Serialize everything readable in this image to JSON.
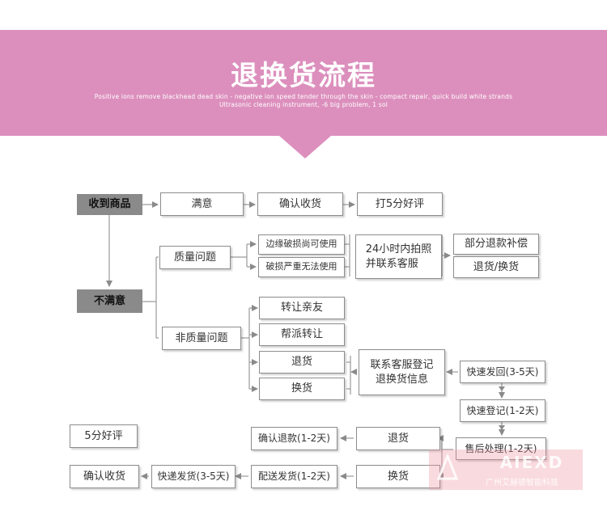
{
  "header": {
    "title": "退换货流程",
    "subtitle_line1": "Positive ions remove blackhead dead skin - negative ion speed tender through the skin - compact repair, quick build white strands",
    "subtitle_line2": "Ultrasonic cleaning instrument, -6 big problem, 1 sol"
  },
  "flow": {
    "received": "收到商品",
    "satisfied": "满意",
    "confirm_receipt_top": "确认收货",
    "five_star_review_top": "打5分好评",
    "unsatisfied": "不满意",
    "quality_issue": "质量问题",
    "edge_damage": "边缘破损尚可使用",
    "severe_damage": "破损严重无法使用",
    "contact_24h": "24小时内拍照\n并联系客服",
    "partial_refund": "部分退款补偿",
    "return_exchange": "退货/换货",
    "non_quality_issue": "非质量问题",
    "transfer_friends": "转让亲友",
    "help_transfer": "帮派转让",
    "return_goods": "退货",
    "exchange_goods": "换货",
    "register_info": "联系客服登记\n退换货信息",
    "express_return": "快速发回(3-5天)",
    "quick_register": "快速登记(1-2天)",
    "after_sales": "售后处理(1-2天)",
    "return_bottom": "退货",
    "confirm_refund": "确认退款(1-2天)",
    "five_star_review_bottom": "5分好评",
    "exchange_bottom": "换货",
    "delivery": "配送发货(1-2天)",
    "express_shipping": "快递发货(3-5天)",
    "confirm_receipt_bottom": "确认收货"
  },
  "watermark": {
    "brand": "AIEXD",
    "company": "广州艾赫德智能科技"
  },
  "colors": {
    "banner": "#dc8fbd",
    "gray_box": "#8a8a8a",
    "connector": "#9a9a9a"
  }
}
